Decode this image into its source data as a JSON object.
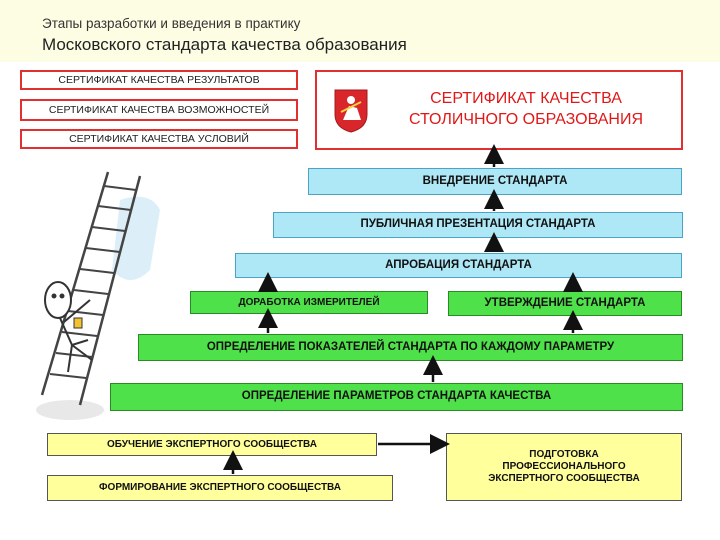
{
  "header": {
    "subtitle": "Этапы разработки и введения в практику",
    "title": "Московского стандарта качества образования"
  },
  "certificates": {
    "results": "СЕРТИФИКАТ КАЧЕСТВА РЕЗУЛЬТАТОВ",
    "opportunities": "СЕРТИФИКАТ КАЧЕСТВА ВОЗМОЖНОСТЕЙ",
    "conditions": "СЕРТИФИКАТ КАЧЕСТВА УСЛОВИЙ",
    "main_line1": "СЕРТИФИКАТ КАЧЕСТВА",
    "main_line2": "СТОЛИЧНОГО ОБРАЗОВАНИЯ"
  },
  "steps": {
    "implementation": "ВНЕДРЕНИЕ СТАНДАРТА",
    "presentation": "ПУБЛИЧНАЯ ПРЕЗЕНТАЦИЯ СТАНДАРТА",
    "approbation": "АПРОБАЦИЯ СТАНДАРТА",
    "refinement": "ДОРАБОТКА ИЗМЕРИТЕЛЕЙ",
    "approval": "УТВЕРЖДЕНИЕ СТАНДАРТА",
    "indicators": "ОПРЕДЕЛЕНИЕ ПОКАЗАТЕЛЕЙ СТАНДАРТА ПО КАЖДОМУ ПАРАМЕТРУ",
    "parameters": "ОПРЕДЕЛЕНИЕ ПАРАМЕТРОВ СТАНДАРТА КАЧЕСТВА",
    "training": "ОБУЧЕНИЕ ЭКСПЕРТНОГО СООБЩЕСТВА",
    "formation": "ФОРМИРОВАНИЕ ЭКСПЕРТНОГО СООБЩЕСТВА",
    "preparation_line1": "ПОДГОТОВКА",
    "preparation_line2": "ПРОФЕССИОНАЛЬНОГО",
    "preparation_line3": "ЭКСПЕРТНОГО СООБЩЕСТВА"
  },
  "colors": {
    "blue": "#aee8f6",
    "green": "#4fe14a",
    "yellow": "#ffff9c",
    "red_border": "#e03030"
  },
  "icons": [
    "moscow-coat-of-arms-icon",
    "ladder-illustration",
    "character-illustration"
  ]
}
